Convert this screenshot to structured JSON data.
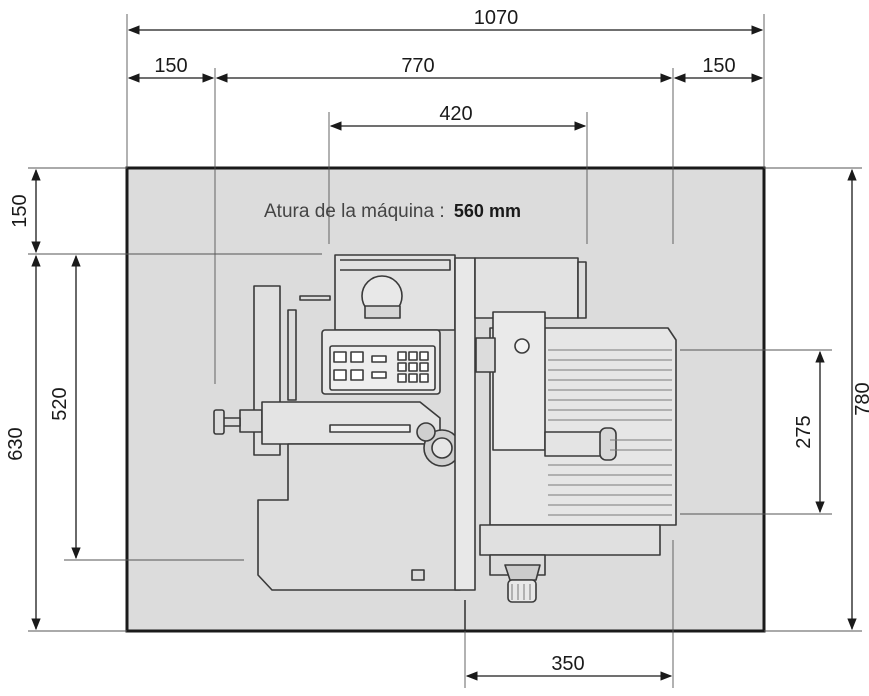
{
  "drawing": {
    "height_note_label": "Atura de la máquina :",
    "height_note_value": "560 mm",
    "colors": {
      "area_fill": "#dcdcdc",
      "area_border": "#1a1a1a",
      "machine_stroke": "#3a3a3a",
      "machine_fill": "#dcdcdc"
    }
  },
  "dimensions": {
    "overall_width": "1070",
    "left_clearance": "150",
    "machine_width": "770",
    "right_clearance": "150",
    "inner_width": "420",
    "bottom_offset": "350",
    "top_clearance": "150",
    "machine_depth": "630",
    "inner_depth": "520",
    "right_inner_depth": "275",
    "overall_depth": "780"
  }
}
